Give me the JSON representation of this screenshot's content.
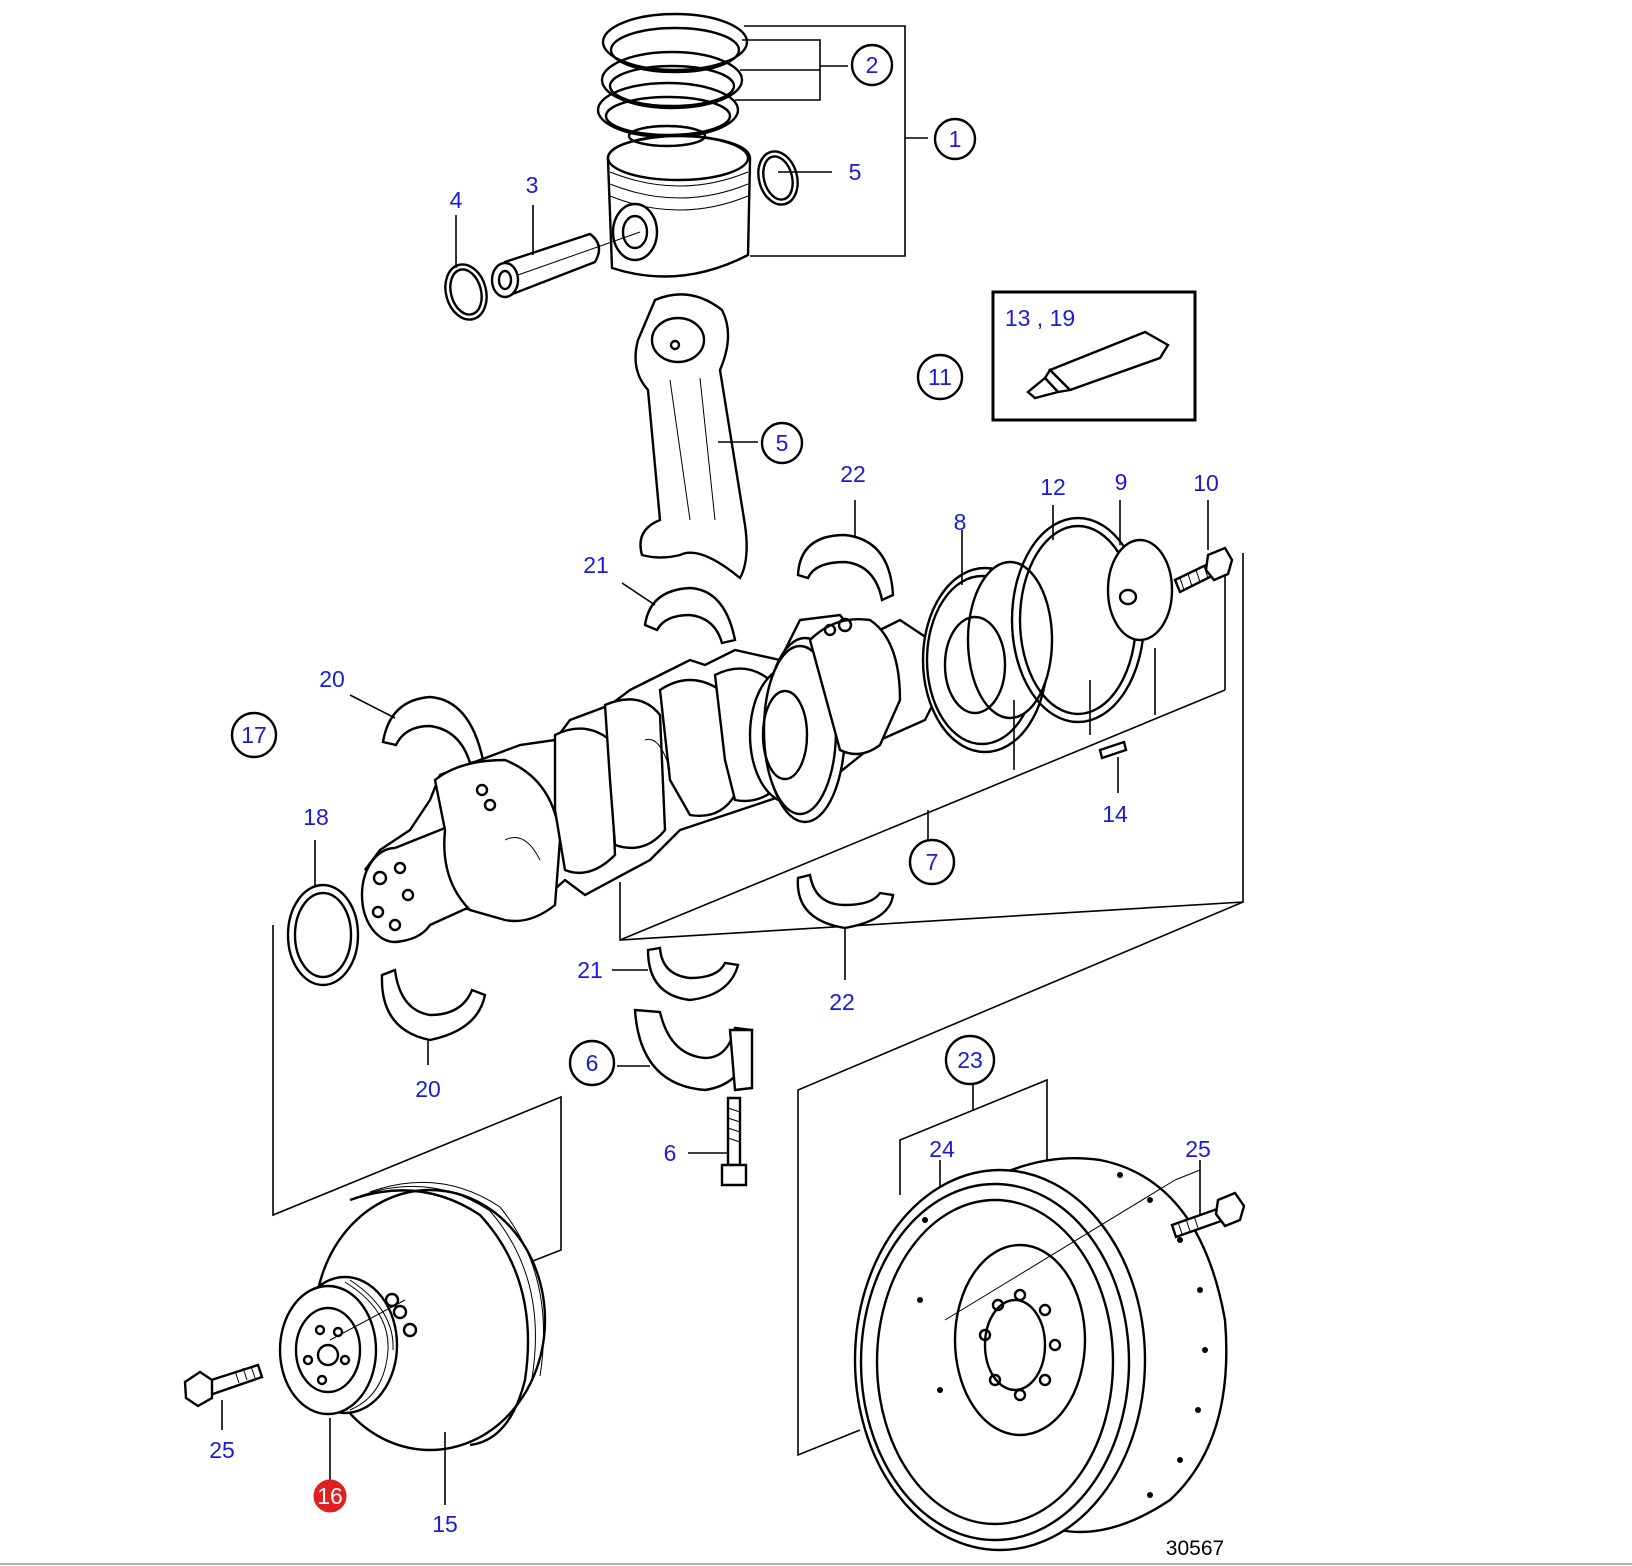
{
  "figure_number": "30567",
  "highlight_color": "#e02020",
  "label_color": "#1a1adb",
  "tube_box_label": "13 , 19",
  "callouts": [
    {
      "id": "c1",
      "text": "1",
      "circled": true
    },
    {
      "id": "c2",
      "text": "2",
      "circled": true
    },
    {
      "id": "c3",
      "text": "3",
      "circled": false
    },
    {
      "id": "c4",
      "text": "4",
      "circled": false
    },
    {
      "id": "c5a",
      "text": "5",
      "circled": false
    },
    {
      "id": "c5b",
      "text": "5",
      "circled": true
    },
    {
      "id": "c11",
      "text": "11",
      "circled": true
    },
    {
      "id": "c22a",
      "text": "22",
      "circled": false
    },
    {
      "id": "c12",
      "text": "12",
      "circled": false
    },
    {
      "id": "c9",
      "text": "9",
      "circled": false
    },
    {
      "id": "c10",
      "text": "10",
      "circled": false
    },
    {
      "id": "c8",
      "text": "8",
      "circled": false
    },
    {
      "id": "c21a",
      "text": "21",
      "circled": false
    },
    {
      "id": "c20a",
      "text": "20",
      "circled": false
    },
    {
      "id": "c17",
      "text": "17",
      "circled": true
    },
    {
      "id": "c14",
      "text": "14",
      "circled": false
    },
    {
      "id": "c18",
      "text": "18",
      "circled": false
    },
    {
      "id": "c7",
      "text": "7",
      "circled": true
    },
    {
      "id": "c21b",
      "text": "21",
      "circled": false
    },
    {
      "id": "c22b",
      "text": "22",
      "circled": false
    },
    {
      "id": "c20b",
      "text": "20",
      "circled": false
    },
    {
      "id": "c6a",
      "text": "6",
      "circled": true
    },
    {
      "id": "c23",
      "text": "23",
      "circled": true
    },
    {
      "id": "c6b",
      "text": "6",
      "circled": false
    },
    {
      "id": "c24",
      "text": "24",
      "circled": false
    },
    {
      "id": "c25a",
      "text": "25",
      "circled": false
    },
    {
      "id": "c25b",
      "text": "25",
      "circled": false
    },
    {
      "id": "c16",
      "text": "16",
      "circled": true,
      "highlighted": true
    },
    {
      "id": "c15",
      "text": "15",
      "circled": false
    }
  ]
}
